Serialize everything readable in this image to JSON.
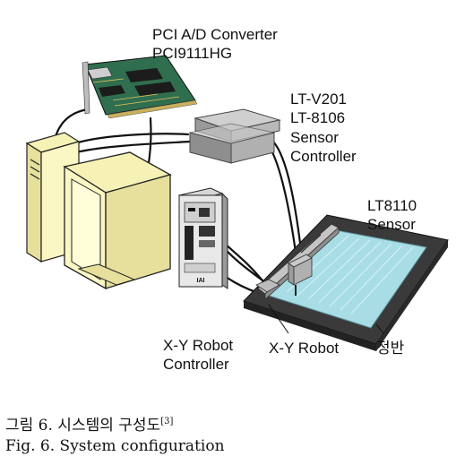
{
  "labels": {
    "pci_name": "PCI A/D Converter",
    "pci_model": "PCI9111HG",
    "ctrl_model_1": "LT-V201",
    "ctrl_model_2": "LT-8106",
    "ctrl_name_1": "Sensor",
    "ctrl_name_2": "Controller",
    "sensor_model": "LT8110",
    "sensor_name": "Sensor",
    "robot_ctrl_1": "X-Y Robot",
    "robot_ctrl_2": "Controller",
    "robot": "X-Y Robot",
    "surface_plate": "정반"
  },
  "caption": {
    "korean": "그림 6. 시스템의 구성도",
    "reference": "[3]",
    "english": "Fig. 6. System configuration"
  },
  "robot_controller_badge": "IAI",
  "colors": {
    "plate_frame": "#3a3a3a",
    "plate_surface": "#a8dde6",
    "box_gray": "#9a9a9a",
    "monitor_cream": "#fbf7c4",
    "pcb_green": "#2f6e4e",
    "cable": "#111111"
  }
}
